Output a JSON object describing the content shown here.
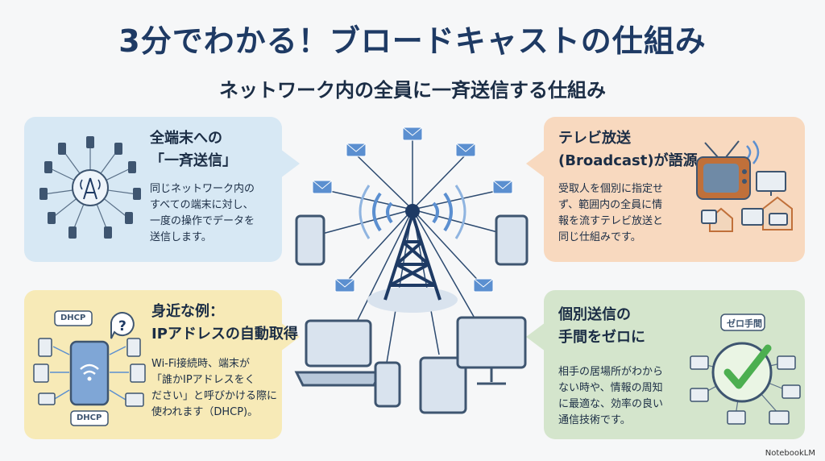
{
  "title": "3分でわかる！ブロードキャストの仕組み",
  "subtitle": "ネットワーク内の全員に一斉送信する仕組み",
  "cards": {
    "top_left": {
      "heading": [
        "全端末への",
        "「一斉送信」"
      ],
      "body": [
        "同じネットワーク内の",
        "すべての端末に対し、",
        "一度の操作でデータを",
        "送信します。"
      ]
    },
    "top_right": {
      "heading": [
        "テレビ放送",
        "(Broadcast)が語源"
      ],
      "body": [
        "受取人を個別に指定せ",
        "ず、範囲内の全員に情",
        "報を流すテレビ放送と",
        "同じ仕組みです。"
      ]
    },
    "bottom_left": {
      "heading": [
        "身近な例：",
        "IPアドレスの自動取得"
      ],
      "body": [
        "Wi-Fi接続時、端末が",
        "「誰かIPアドレスをく",
        "ださい」と呼びかける際に",
        "使われます（DHCP)。"
      ],
      "tags": [
        "DHCP",
        "?",
        "DHCP"
      ]
    },
    "bottom_right": {
      "heading": [
        "個別送信の",
        "手間をゼロに"
      ],
      "body": [
        "相手の居場所がわから",
        "ない時や、情報の周知",
        "に最適な、効率の良い",
        "通信技術です。"
      ],
      "tags": [
        "ゼロ手間"
      ]
    }
  },
  "footer": "NotebookLM",
  "colors": {
    "title": "#1e3a64",
    "card_blue": "#d7e8f4",
    "card_orange": "#f8d9bf",
    "card_yellow": "#f7eab7",
    "card_green": "#d4e5cc",
    "device": "#3e5570",
    "envelope": "#5b8fd0",
    "check": "#4caf50"
  },
  "icons": [
    "radio-tower-icon",
    "envelope-icon",
    "tablet-icon",
    "laptop-icon",
    "monitor-icon",
    "phone-icon",
    "tv-icon",
    "house-icon",
    "wifi-icon",
    "check-icon",
    "question-bubble-icon"
  ]
}
